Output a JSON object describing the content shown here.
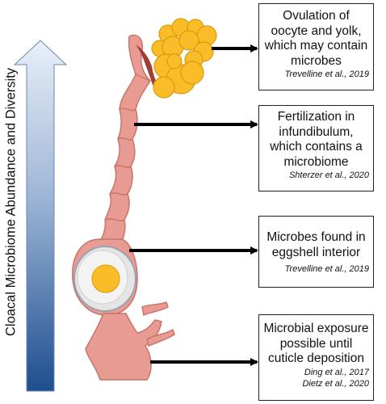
{
  "axis_label": "Cloacal Microbiome Abundance and Diversity",
  "colors": {
    "arrow_gradient_top": "#e8eff8",
    "arrow_gradient_bottom": "#1d4e8f",
    "oviduct_fill": "#e89b92",
    "oviduct_stroke": "#c97468",
    "yolk_fill": "#fbbd27",
    "yolk_stroke": "#d99a10",
    "egg_white": "#eeeeee",
    "pointer_arrow": "#000000"
  },
  "callouts": [
    {
      "text": "Ovulation of oocyte and yolk, which may contain microbes",
      "citations": [
        "Trevelline et al., 2019"
      ]
    },
    {
      "text": "Fertilization in infundibulum, which contains a microbiome",
      "citations": [
        "Shterzer et al., 2020"
      ]
    },
    {
      "text": "Microbes found in eggshell interior",
      "citations": [
        "Trevelline et al., 2019"
      ]
    },
    {
      "text": "Microbial exposure possible until cuticle deposition",
      "citations": [
        "Ding et al., 2017",
        "Dietz et al., 2020"
      ]
    }
  ]
}
